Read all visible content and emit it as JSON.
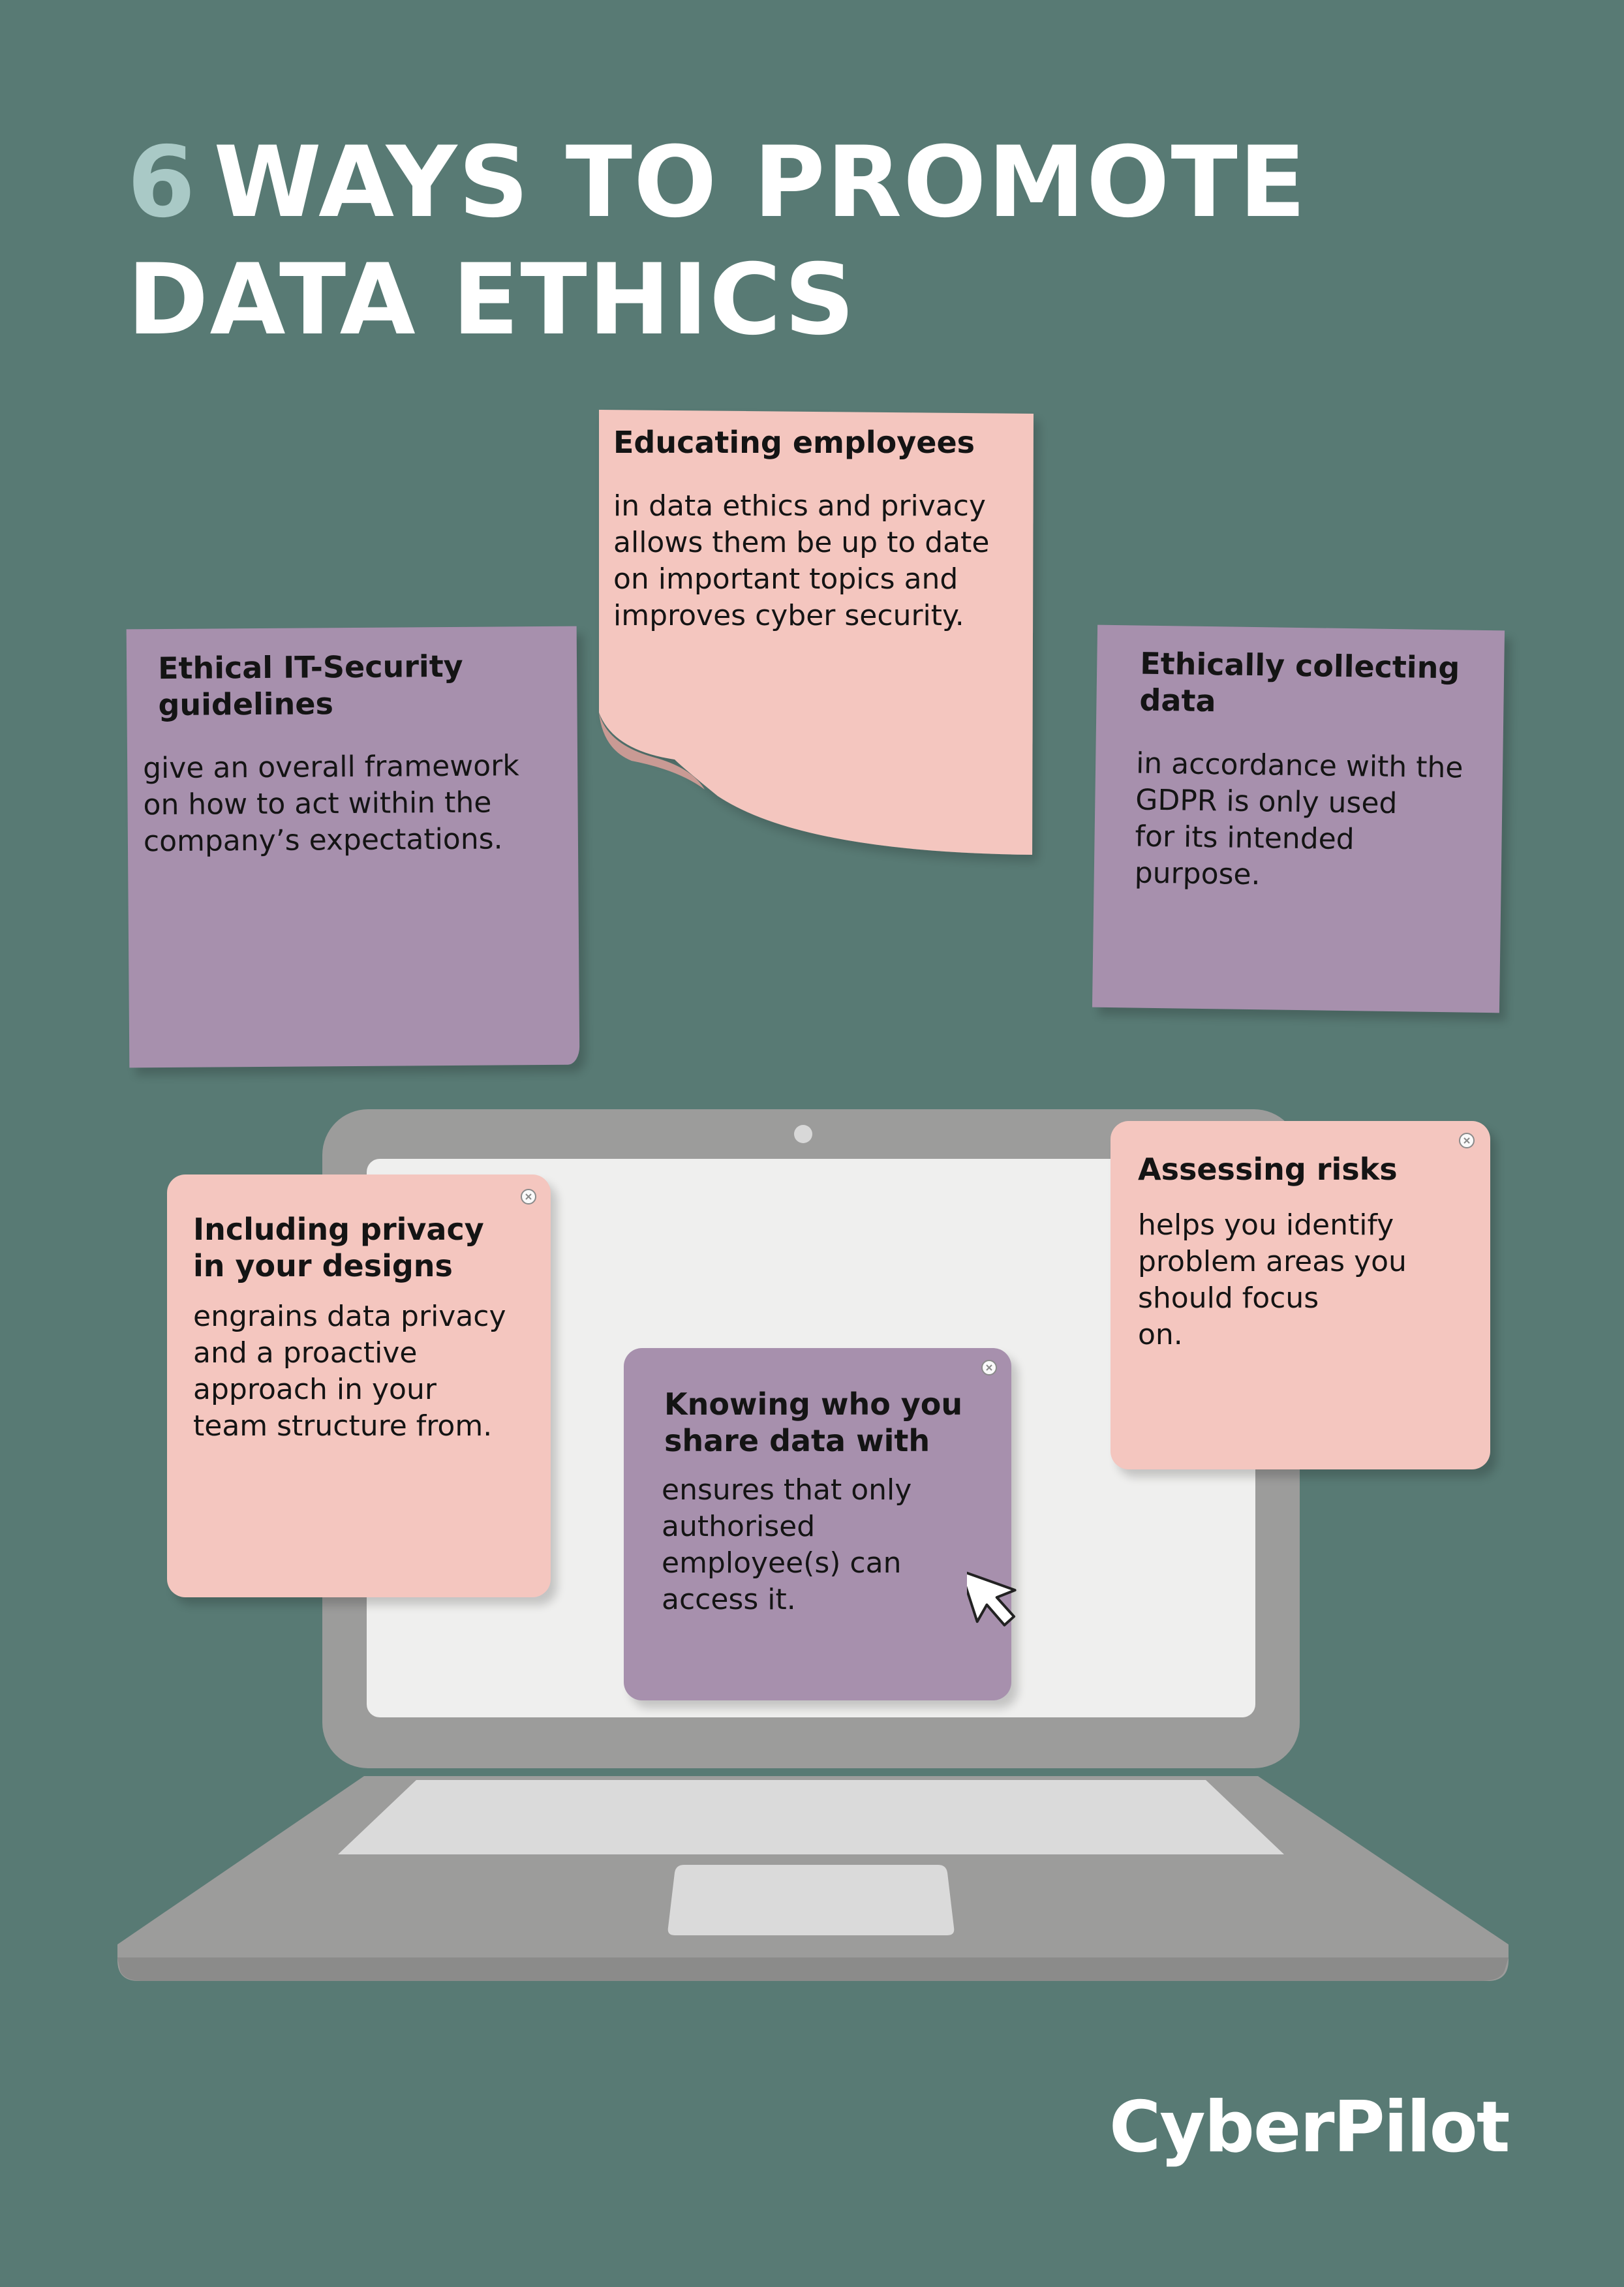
{
  "title": {
    "number": "6",
    "line1": "WAYS TO PROMOTE",
    "line2": "DATA ETHICS"
  },
  "notes": {
    "security": {
      "heading_1": "Ethical IT-Security",
      "heading_2": "guidelines",
      "body_1": "give an overall framework",
      "body_2": "on how to act within the",
      "body_3": "company’s expectations."
    },
    "educating": {
      "heading": "Educating employees",
      "body_1": "in data ethics and privacy",
      "body_2": "allows them be up to date",
      "body_3": "on important topics and",
      "body_4": "improves cyber security."
    },
    "collecting": {
      "heading_1": "Ethically collecting",
      "heading_2": "data",
      "body_1": "in accordance with the",
      "body_2": "GDPR is only used",
      "body_3": "for its intended",
      "body_4": "purpose."
    },
    "privacy": {
      "heading_1": "Including privacy",
      "heading_2": "in your designs",
      "body_1": "engrains data privacy",
      "body_2": "and a proactive",
      "body_3": "approach in your",
      "body_4": "team structure from."
    },
    "knowing": {
      "heading_1": "Knowing who you",
      "heading_2": "share data with",
      "body_1": "ensures that only",
      "body_2": "authorised",
      "body_3": "employee(s) can",
      "body_4": "access it."
    },
    "risks": {
      "heading": "Assessing risks",
      "body_1": "helps you identify",
      "body_2": "problem areas you",
      "body_3": "should focus",
      "body_4": "on."
    }
  },
  "brand": "CyberPilot",
  "colors": {
    "background": "#587a74",
    "pink_note": "#f4c6bf",
    "purple_note": "#a790ad",
    "title_number": "#a9c9c6",
    "laptop_body": "#9c9c9b",
    "laptop_screen": "#efefee"
  },
  "icons": {
    "close": "close-icon",
    "cursor": "mouse-pointer-icon",
    "camera": "webcam-dot"
  }
}
